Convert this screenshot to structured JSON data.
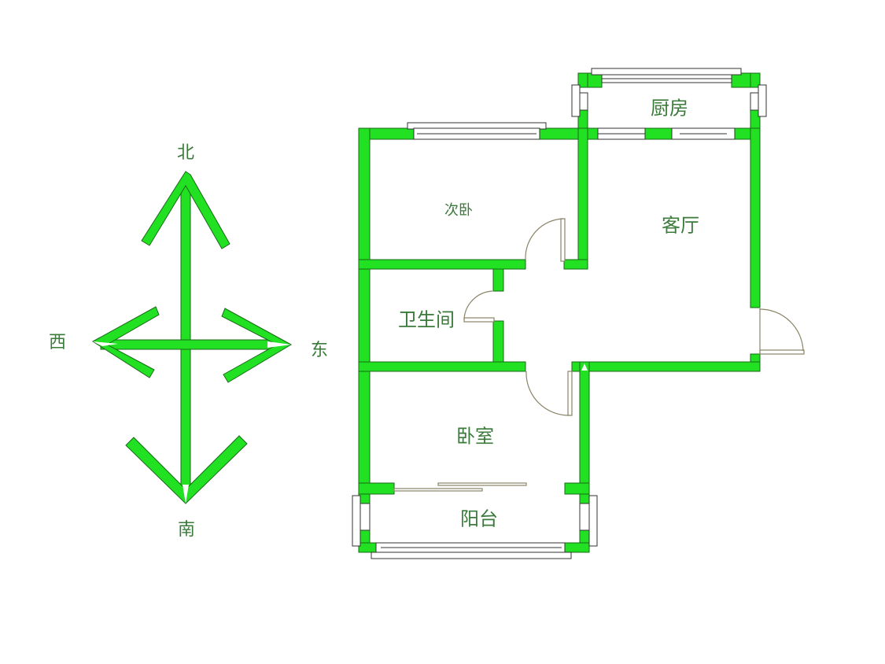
{
  "compass": {
    "north": "北",
    "south": "南",
    "east": "东",
    "west": "西"
  },
  "rooms": {
    "kitchen": "厨房",
    "second_bedroom": "次卧",
    "living_room": "客厅",
    "bathroom": "卫生间",
    "bedroom": "卧室",
    "balcony": "阳台"
  },
  "colors": {
    "wall": "#22e022",
    "wall_outline": "#1a6a1a",
    "text": "#3a7a3a",
    "door": "#a09a7a"
  }
}
